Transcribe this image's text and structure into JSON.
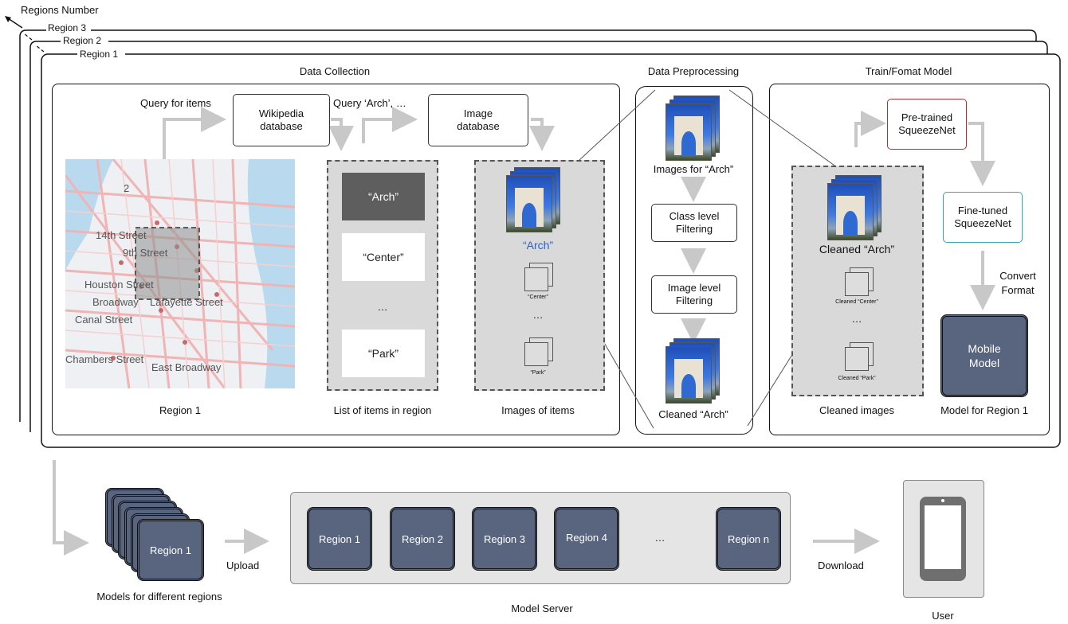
{
  "regions_number_label": "Regions Number",
  "region_tabs": [
    "Region 3",
    "Region 2",
    "Region 1"
  ],
  "sections": {
    "data_collection": "Data Collection",
    "data_preprocessing": "Data Preprocessing",
    "train_model": "Train/Fomat Model"
  },
  "collection": {
    "query_items": "Query for items",
    "wikipedia_db": "Wikipedia database",
    "query_arch": "Query ‘Arch’, …",
    "image_db": "Image database",
    "map_labels": [
      "14th Street",
      "9th Street",
      "Houston Street",
      "Broadway",
      "Lafayette Street",
      "Canal Street",
      "Chambers Street",
      "East Broadway",
      "2"
    ],
    "map_caption": "Region 1",
    "items": [
      "“Arch”",
      "“Center”",
      "…",
      "“Park”"
    ],
    "items_caption": "List of  items in region",
    "images_arch_label": "“Arch”",
    "images_center_label": "“Center”",
    "images_ellipsis": "…",
    "images_park_label": "“Park”",
    "images_caption": "Images of items"
  },
  "preprocessing": {
    "images_for_arch": "Images for “Arch”",
    "class_filter": "Class level Filtering",
    "image_filter": "Image level Filtering",
    "cleaned_arch": "Cleaned “Arch”"
  },
  "training": {
    "cleaned_arch": "Cleaned “Arch”",
    "cleaned_center": "Cleaned “Center”",
    "ellipsis": "…",
    "cleaned_park": "Cleaned  “Park”",
    "cleaned_caption": "Cleaned images",
    "pretrained": "Pre-trained SqueezeNet",
    "finetuned": "Fine-tuned SqueezeNet",
    "convert_format": "Convert Format",
    "mobile_model": "Mobile Model",
    "model_caption": "Model for Region 1"
  },
  "bottom": {
    "stack_model": "Region 1",
    "stack_caption": "Models for different regions",
    "upload": "Upload",
    "server_models": [
      "Region 1",
      "Region 2",
      "Region 3",
      "Region 4",
      "Region n"
    ],
    "server_ellipsis": "…",
    "server_caption": "Model Server",
    "download": "Download",
    "user_caption": "User"
  },
  "colors": {
    "model_fill": "#59647f",
    "pretrained_border": "#b03030",
    "finetuned_border": "#3aa6b0",
    "arch_quote_blue": "#2a62c9",
    "arrow_gray": "#c8c8c8"
  }
}
